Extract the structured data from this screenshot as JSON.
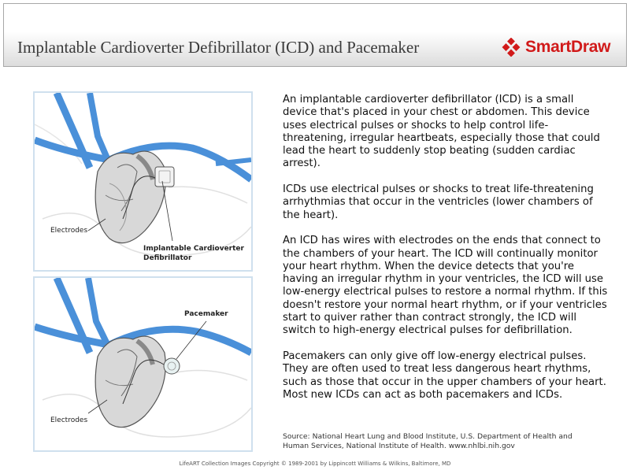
{
  "header": {
    "title": "Implantable Cardioverter Defibrillator (ICD) and Pacemaker",
    "brand": {
      "name": "SmartDraw",
      "color": "#d11a1a",
      "logo_icon": "smartdraw-diamond-logo-icon"
    }
  },
  "figures": {
    "icd": {
      "electrodes_label": "Electrodes",
      "device_label_line1": "Implantable Cardioverter",
      "device_label_line2": "Defibrillator"
    },
    "pacemaker": {
      "device_label": "Pacemaker",
      "electrodes_label": "Electrodes"
    },
    "colors": {
      "vessels": "#4a90d9",
      "heart": "#8a8a8a",
      "panel_border": "#cfe0ee"
    }
  },
  "body": {
    "paragraphs": [
      "An implantable cardioverter defibrillator (ICD) is a small device that's placed in your chest or abdomen. This device uses electrical pulses or shocks to help control life-threatening, irregular heartbeats, especially those that could lead the heart to suddenly stop beating (sudden cardiac arrest).",
      "ICDs use electrical pulses or shocks to treat life-threatening arrhythmias that occur in the ventricles (lower chambers of the heart).",
      "An ICD has wires with electrodes on the ends that connect to the chambers of your heart.  The ICD will continually monitor your heart rhythm. When the device detects that you're having an irregular rhythm in your ventricles, the ICD will use low-energy electrical pulses to restore a normal rhythm. If this doesn't restore your normal heart rhythm, or if your ventricles start to quiver rather than contract strongly, the ICD will switch to high-energy electrical pulses for defibrillation.",
      "Pacemakers can only give off low-energy electrical pulses. They are often used to treat less dangerous heart rhythms, such as those that occur in the upper chambers of your heart. Most new ICDs can act as both pacemakers and ICDs."
    ],
    "source_line1": "Source: National Heart Lung and Blood Institute, U.S. Department of Health and",
    "source_line2": "Human Services, National Institute of Health.  www.nhlbi.nih.gov"
  },
  "footer": {
    "copyright": "LifeART Collection Images Copyright © 1989-2001 by Lippincott Williams & Wilkins, Baltimore, MD"
  }
}
